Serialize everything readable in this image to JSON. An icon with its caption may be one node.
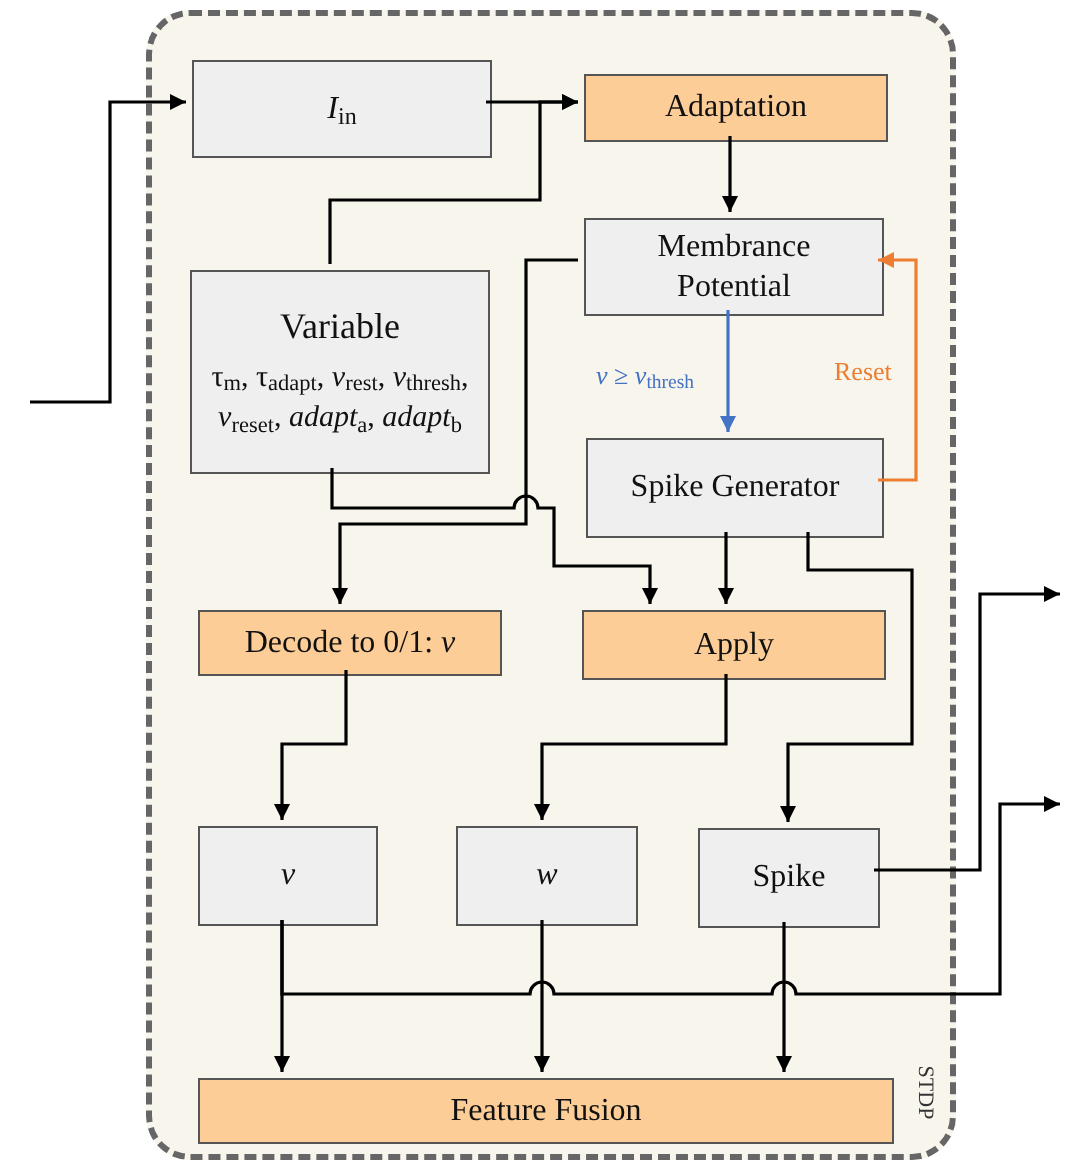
{
  "diagram": {
    "nodes": [
      {
        "text": [
          "STDP"
        ]
      },
      {
        "text": [
          "*I*$_{in}$"
        ],
        "in": 0
      },
      {
        "text": [
          "Adaptation"
        ],
        "in": 0
      },
      {
        "text": [
          "Membrance Potential"
        ],
        "in": 0
      },
      {
        "text": [
          "Variable",
          "τ$_{m}$, τ$_{adapt}$, *v*$_{rest}$, *v*$_{thresh}$, *v*$_{reset}$, *adapt*$_{a}$, *adapt*$_{b}$"
        ],
        "in": 0
      },
      {
        "text": [
          "Spike Generator"
        ],
        "in": 0
      },
      {
        "text": [
          "Decode to 0/1: *v*"
        ],
        "in": 0
      },
      {
        "text": [
          "Apply"
        ],
        "in": 0
      },
      {
        "text": [
          "*v*"
        ],
        "in": 0
      },
      {
        "text": [
          "*w*"
        ],
        "in": 0
      },
      {
        "text": [
          "Spike"
        ],
        "in": 0
      },
      {
        "text": [
          "Feature Fusion"
        ],
        "in": 0
      }
    ],
    "edges": [
      {
        "from": null,
        "to": 1,
        "arrow": "to"
      },
      {
        "from": 1,
        "to": 2,
        "arrow": "to"
      },
      {
        "from": 4,
        "to": 2,
        "arrow": "to"
      },
      {
        "from": 2,
        "to": 3,
        "arrow": "to"
      },
      {
        "from": 3,
        "to": 5,
        "arrow": "to",
        "label": "*v* ≥ *v*$_{thresh}$",
        "color": "#4472c4"
      },
      {
        "from": 5,
        "to": 3,
        "arrow": "to",
        "label": "Reset",
        "color": "#ed7d31"
      },
      {
        "from": 3,
        "to": 6,
        "arrow": "to"
      },
      {
        "from": 4,
        "to": 7,
        "arrow": "to"
      },
      {
        "from": 5,
        "to": 7,
        "arrow": "to"
      },
      {
        "from": 5,
        "to": 10,
        "arrow": "to"
      },
      {
        "from": 6,
        "to": 8,
        "arrow": "to"
      },
      {
        "from": 7,
        "to": 9,
        "arrow": "to"
      },
      {
        "from": 8,
        "to": 11,
        "arrow": "to"
      },
      {
        "from": 9,
        "to": 11,
        "arrow": "to"
      },
      {
        "from": 10,
        "to": 11,
        "arrow": "to"
      },
      {
        "from": 10,
        "to": null,
        "arrow": "to"
      },
      {
        "from": 8,
        "to": null,
        "arrow": "to"
      }
    ]
  }
}
